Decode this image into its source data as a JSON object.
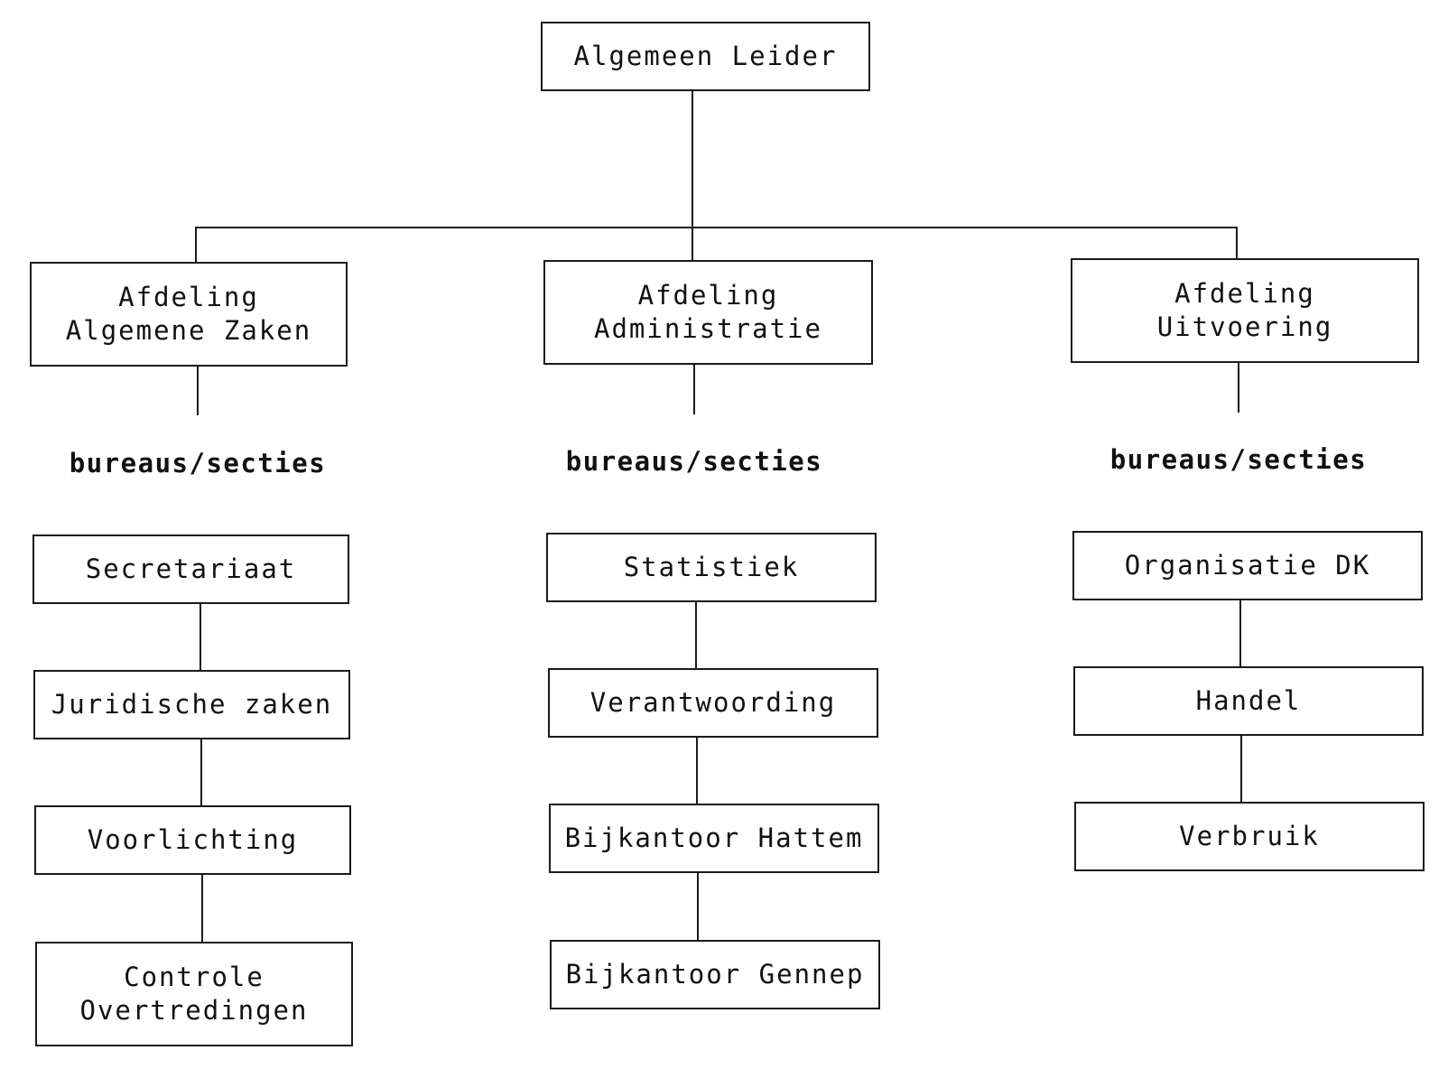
{
  "top": {
    "label": "Algemeen Leider"
  },
  "departments": [
    {
      "line1": "Afdeling",
      "line2": "Algemene Zaken",
      "section_label": "bureaus/secties",
      "units": [
        {
          "line1": "Secretariaat",
          "line2": ""
        },
        {
          "line1": "Juridische zaken",
          "line2": ""
        },
        {
          "line1": "Voorlichting",
          "line2": ""
        },
        {
          "line1": "Controle",
          "line2": "Overtredingen"
        }
      ]
    },
    {
      "line1": "Afdeling",
      "line2": "Administratie",
      "section_label": "bureaus/secties",
      "units": [
        {
          "line1": "Statistiek",
          "line2": ""
        },
        {
          "line1": "Verantwoording",
          "line2": ""
        },
        {
          "line1": "Bijkantoor Hattem",
          "line2": ""
        },
        {
          "line1": "Bijkantoor Gennep",
          "line2": ""
        }
      ]
    },
    {
      "line1": "Afdeling",
      "line2": "Uitvoering",
      "section_label": "bureaus/secties",
      "units": [
        {
          "line1": "Organisatie DK",
          "line2": ""
        },
        {
          "line1": "Handel",
          "line2": ""
        },
        {
          "line1": "Verbruik",
          "line2": ""
        }
      ]
    }
  ]
}
